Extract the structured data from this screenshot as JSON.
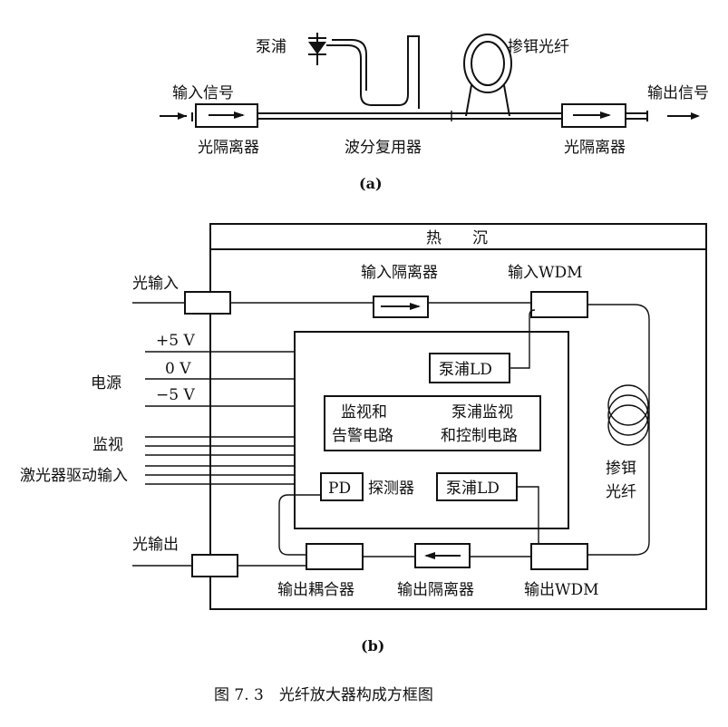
{
  "figure_a": {
    "pump": "泵浦",
    "doped_fiber": "掺铒光纤",
    "input_signal": "输入信号",
    "output_signal": "输出信号",
    "isolator_left": "光隔离器",
    "wdm": "波分复用器",
    "isolator_right": "光隔离器",
    "sublabel": "(a)"
  },
  "figure_b": {
    "heat_sink": "热　　沉",
    "optical_input": "光输入",
    "input_isolator": "输入隔离器",
    "input_wdm": "输入WDM",
    "plus5v": "+5 V",
    "zero_v": "0 V",
    "minus5v": "−5 V",
    "power": "电源",
    "monitor": "监视",
    "laser_drive": "激光器驱动输入",
    "pump_ld_top": "泵浦LD",
    "monitor_alarm_1": "监视和",
    "monitor_alarm_2": "告警电路",
    "pump_control_1": "泵浦监视",
    "pump_control_2": "和控制电路",
    "pd": "PD",
    "detector": "探测器",
    "pump_ld_bottom": "泵浦LD",
    "erbium_fiber_1": "掺铒",
    "erbium_fiber_2": "光纤",
    "optical_output": "光输出",
    "output_coupler": "输出耦合器",
    "output_isolator": "输出隔离器",
    "output_wdm": "输出WDM",
    "sublabel": "(b)"
  },
  "caption": "图 7. 3　光纤放大器构成方框图"
}
